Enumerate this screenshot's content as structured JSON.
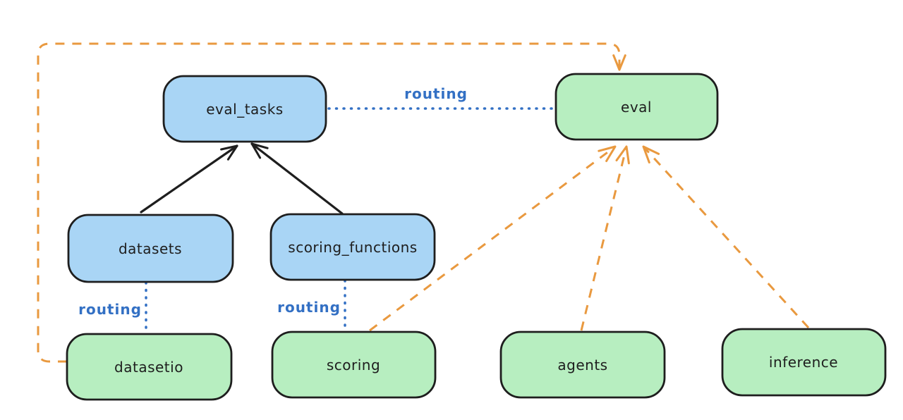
{
  "diagram": {
    "background": "#ffffff",
    "colors": {
      "node_stroke": "#1e1e1e",
      "blue_fill": "#a9d5f5",
      "green_fill": "#b7eec0",
      "routing_blue": "#3370c4",
      "arrow_black": "#1e1e1e",
      "arrow_orange": "#e9993f"
    },
    "nodes": [
      {
        "id": "eval_tasks",
        "label": "eval_tasks",
        "color": "blue"
      },
      {
        "id": "eval",
        "label": "eval",
        "color": "green"
      },
      {
        "id": "datasets",
        "label": "datasets",
        "color": "blue"
      },
      {
        "id": "scoring_functions",
        "label": "scoring_functions",
        "color": "blue"
      },
      {
        "id": "datasetio",
        "label": "datasetio",
        "color": "green"
      },
      {
        "id": "scoring",
        "label": "scoring",
        "color": "green"
      },
      {
        "id": "agents",
        "label": "agents",
        "color": "green"
      },
      {
        "id": "inference",
        "label": "inference",
        "color": "green"
      }
    ],
    "edges": [
      {
        "from": "eval_tasks",
        "to": "eval",
        "label": "routing",
        "style": "dotted",
        "color": "blue"
      },
      {
        "from": "datasets",
        "to": "datasetio",
        "label": "routing",
        "style": "dotted",
        "color": "blue"
      },
      {
        "from": "scoring_functions",
        "to": "scoring",
        "label": "routing",
        "style": "dotted",
        "color": "blue"
      },
      {
        "from": "datasets",
        "to": "eval_tasks",
        "style": "solid-arrow",
        "color": "black"
      },
      {
        "from": "scoring_functions",
        "to": "eval_tasks",
        "style": "solid-arrow",
        "color": "black"
      },
      {
        "from": "scoring",
        "to": "eval",
        "style": "dashed-arrow",
        "color": "orange"
      },
      {
        "from": "agents",
        "to": "eval",
        "style": "dashed-arrow",
        "color": "orange"
      },
      {
        "from": "inference",
        "to": "eval",
        "style": "dashed-arrow",
        "color": "orange"
      },
      {
        "from": "datasetio",
        "to": "eval",
        "style": "dashed-arrow",
        "color": "orange"
      }
    ]
  }
}
